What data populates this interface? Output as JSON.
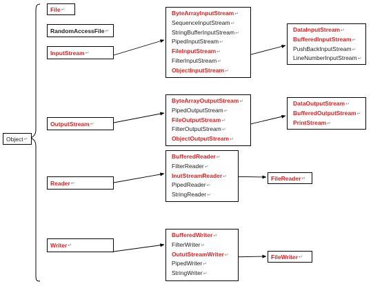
{
  "colors": {
    "red": "#e02020",
    "black": "#222222",
    "line": "#000000"
  },
  "return_mark": "↵",
  "root": {
    "label": "Object"
  },
  "classes": {
    "file": "File",
    "random_access_file": "RandomAccessFile",
    "input_stream": "InputStream",
    "output_stream": "OutputStream",
    "reader": "Reader",
    "writer": "Writer"
  },
  "input_stream_children": [
    {
      "label": "ByteArrayInputStream",
      "red": true
    },
    {
      "label": "SequenceInputStream",
      "red": false
    },
    {
      "label": "StringBufferInputStream",
      "red": false
    },
    {
      "label": "PipedInputStream",
      "red": false
    },
    {
      "label": "FileInputStream",
      "red": true
    },
    {
      "label": "FilterInputStream",
      "red": false
    },
    {
      "label": "ObjectInputStream",
      "red": true
    }
  ],
  "filter_input_children": [
    {
      "label": "DataInputStream",
      "red": true
    },
    {
      "label": "BufferedInputStream",
      "red": true
    },
    {
      "label": "PushBackInputStream",
      "red": false
    },
    {
      "label": "LineNumberInputStream",
      "red": false
    }
  ],
  "output_stream_children": [
    {
      "label": "ByteArrayOutputStream",
      "red": true
    },
    {
      "label": "PipedOutputStream",
      "red": false
    },
    {
      "label": "FileOutputStream",
      "red": true
    },
    {
      "label": "FilterOutputStream",
      "red": false
    },
    {
      "label": "ObjectOutputStream",
      "red": true
    }
  ],
  "filter_output_children": [
    {
      "label": "DataOutputStream",
      "red": true
    },
    {
      "label": "BufferedOutputStream",
      "red": true
    },
    {
      "label": "PrintStream",
      "red": true
    }
  ],
  "reader_children": [
    {
      "label": "BufferedReader",
      "red": true
    },
    {
      "label": "FilterReader",
      "red": false
    },
    {
      "label": "InutStreamReader",
      "red": true
    },
    {
      "label": "PipedReader",
      "red": false
    },
    {
      "label": "StringReader",
      "red": false
    }
  ],
  "input_stream_reader_children": {
    "label": "FileReader",
    "red": true
  },
  "writer_children": [
    {
      "label": "BufferedWriter",
      "red": true
    },
    {
      "label": "FilterWriter",
      "red": false
    },
    {
      "label": "OututStreamWriter",
      "red": true
    },
    {
      "label": "PipedWriter",
      "red": false
    },
    {
      "label": "StringWriter",
      "red": false
    }
  ],
  "output_stream_writer_children": {
    "label": "FileWriter",
    "red": true
  }
}
